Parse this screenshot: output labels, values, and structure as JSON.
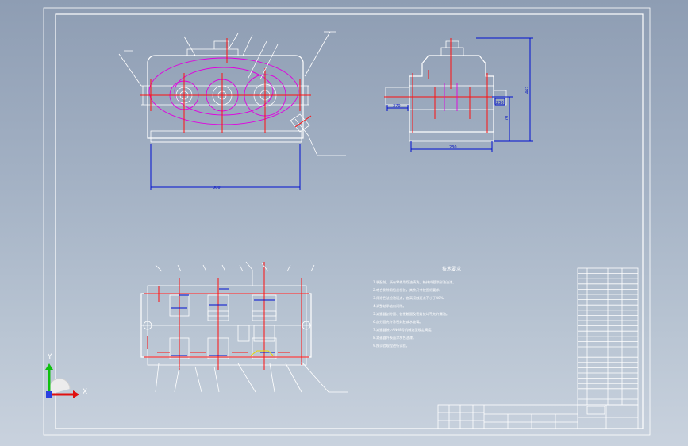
{
  "drawing": {
    "notes_title": "技术要求",
    "notes": [
      "1.装配前，所有零件用煤油清洗，箱体内壁涂耐油油漆。",
      "2.啮合侧隙用铅丝检验，其余尺寸按图纸要求。",
      "3.用涂色法检验斑点，齿高接触斑点不小于40%。",
      "4.调整轴承轴向间隙。",
      "5.减速器剖分面、各接触面及密封处均不允许漏油。",
      "6.剖分面允许涂密封胶或水玻璃。",
      "7.减速器装L-AN68号机械油至规定高度。",
      "8.减速器外表面涂灰色油漆。",
      "9.按试验规程进行试验。"
    ],
    "dims": {
      "front_width": "960",
      "side_height": "462",
      "side_width": "370",
      "side_shaft": "70",
      "side_mid": "230",
      "side_base": "230"
    },
    "axis": {
      "x_label": "X",
      "y_label": "Y"
    }
  },
  "colors": {
    "background_top": "#8e9db3",
    "background_bottom": "#c9d2de",
    "outline": "#ffffff",
    "centerline": "#ff1010",
    "pitch_circle": "#e000e0",
    "dimension": "#0010d0",
    "axis_x": "#e01010",
    "axis_y": "#10c010"
  }
}
